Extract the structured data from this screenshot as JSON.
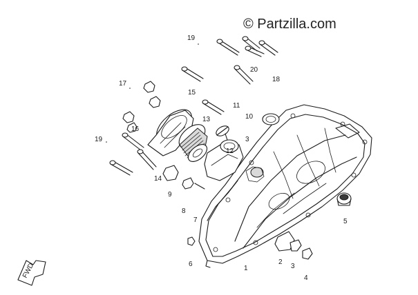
{
  "watermark": "© Partzilla.com",
  "fwd_marker": "FWD",
  "callouts": [
    {
      "id": "c19a",
      "text": "19"
    },
    {
      "id": "c20",
      "text": "20"
    },
    {
      "id": "c18",
      "text": "18"
    },
    {
      "id": "c17",
      "text": "17"
    },
    {
      "id": "c15",
      "text": "15"
    },
    {
      "id": "c11",
      "text": "11"
    },
    {
      "id": "c13",
      "text": "13"
    },
    {
      "id": "c10",
      "text": "10"
    },
    {
      "id": "c16",
      "text": "16"
    },
    {
      "id": "c19b",
      "text": "19"
    },
    {
      "id": "c12",
      "text": "12"
    },
    {
      "id": "c3a",
      "text": "3"
    },
    {
      "id": "c14",
      "text": "14"
    },
    {
      "id": "c9",
      "text": "9"
    },
    {
      "id": "c8",
      "text": "8"
    },
    {
      "id": "c7",
      "text": "7"
    },
    {
      "id": "c5",
      "text": "5"
    },
    {
      "id": "c6",
      "text": "6"
    },
    {
      "id": "c1",
      "text": "1"
    },
    {
      "id": "c2",
      "text": "2"
    },
    {
      "id": "c3b",
      "text": "3"
    },
    {
      "id": "c4",
      "text": "4"
    }
  ]
}
